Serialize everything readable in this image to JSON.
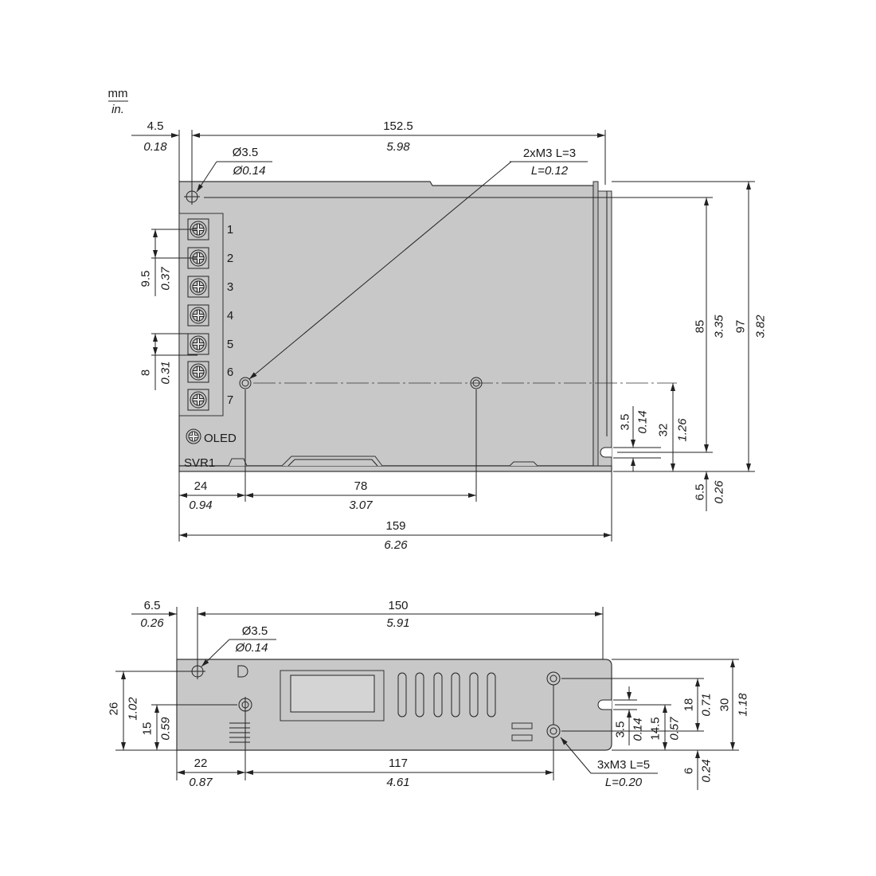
{
  "units": {
    "primary": "mm",
    "secondary": "in."
  },
  "top_view": {
    "terminals": [
      "1",
      "2",
      "3",
      "4",
      "5",
      "6",
      "7"
    ],
    "led_label": "OLED",
    "trimmer_label": "SVR1",
    "dims": {
      "edge_to_hole": {
        "mm": "4.5",
        "in": "0.18"
      },
      "hole_pitch": {
        "mm": "152.5",
        "in": "5.98"
      },
      "hole_diameter": {
        "mm": "Ø3.5",
        "in": "Ø0.14"
      },
      "mount_screws": {
        "mm": "2xM3 L=3",
        "in": "L=0.12"
      },
      "terminal_pitch": {
        "mm": "9.5",
        "in": "0.37"
      },
      "terminal_size": {
        "mm": "8",
        "in": "0.31"
      },
      "hole_to_slot": {
        "mm": "85",
        "in": "3.35"
      },
      "height": {
        "mm": "97",
        "in": "3.82"
      },
      "mount_from_bottom": {
        "mm": "32",
        "in": "1.26"
      },
      "slot_width": {
        "mm": "3.5",
        "in": "0.14"
      },
      "slot_from_bottom": {
        "mm": "6.5",
        "in": "0.26"
      },
      "edge_to_mount": {
        "mm": "24",
        "in": "0.94"
      },
      "mount_pitch": {
        "mm": "78",
        "in": "3.07"
      },
      "length": {
        "mm": "159",
        "in": "6.26"
      }
    }
  },
  "side_view": {
    "dims": {
      "edge_to_hole": {
        "mm": "6.5",
        "in": "0.26"
      },
      "hole_pitch": {
        "mm": "150",
        "in": "5.91"
      },
      "hole_diameter": {
        "mm": "Ø3.5",
        "in": "Ø0.14"
      },
      "hole_height": {
        "mm": "26",
        "in": "1.02"
      },
      "mount_height": {
        "mm": "15",
        "in": "0.59"
      },
      "edge_to_mount": {
        "mm": "22",
        "in": "0.87"
      },
      "mount_pitch": {
        "mm": "117",
        "in": "4.61"
      },
      "mount_screws": {
        "mm": "3xM3 L=5",
        "in": "L=0.20"
      },
      "mount_vertical_pitch": {
        "mm": "18",
        "in": "0.71"
      },
      "height": {
        "mm": "30",
        "in": "1.18"
      },
      "slot_width": {
        "mm": "3.5",
        "in": "0.14"
      },
      "slot_height": {
        "mm": "14.5",
        "in": "0.57"
      },
      "mount_from_bottom": {
        "mm": "6",
        "in": "0.24"
      }
    }
  },
  "colors": {
    "body": "#c8c8c8",
    "line": "#222222",
    "background": "#ffffff"
  }
}
